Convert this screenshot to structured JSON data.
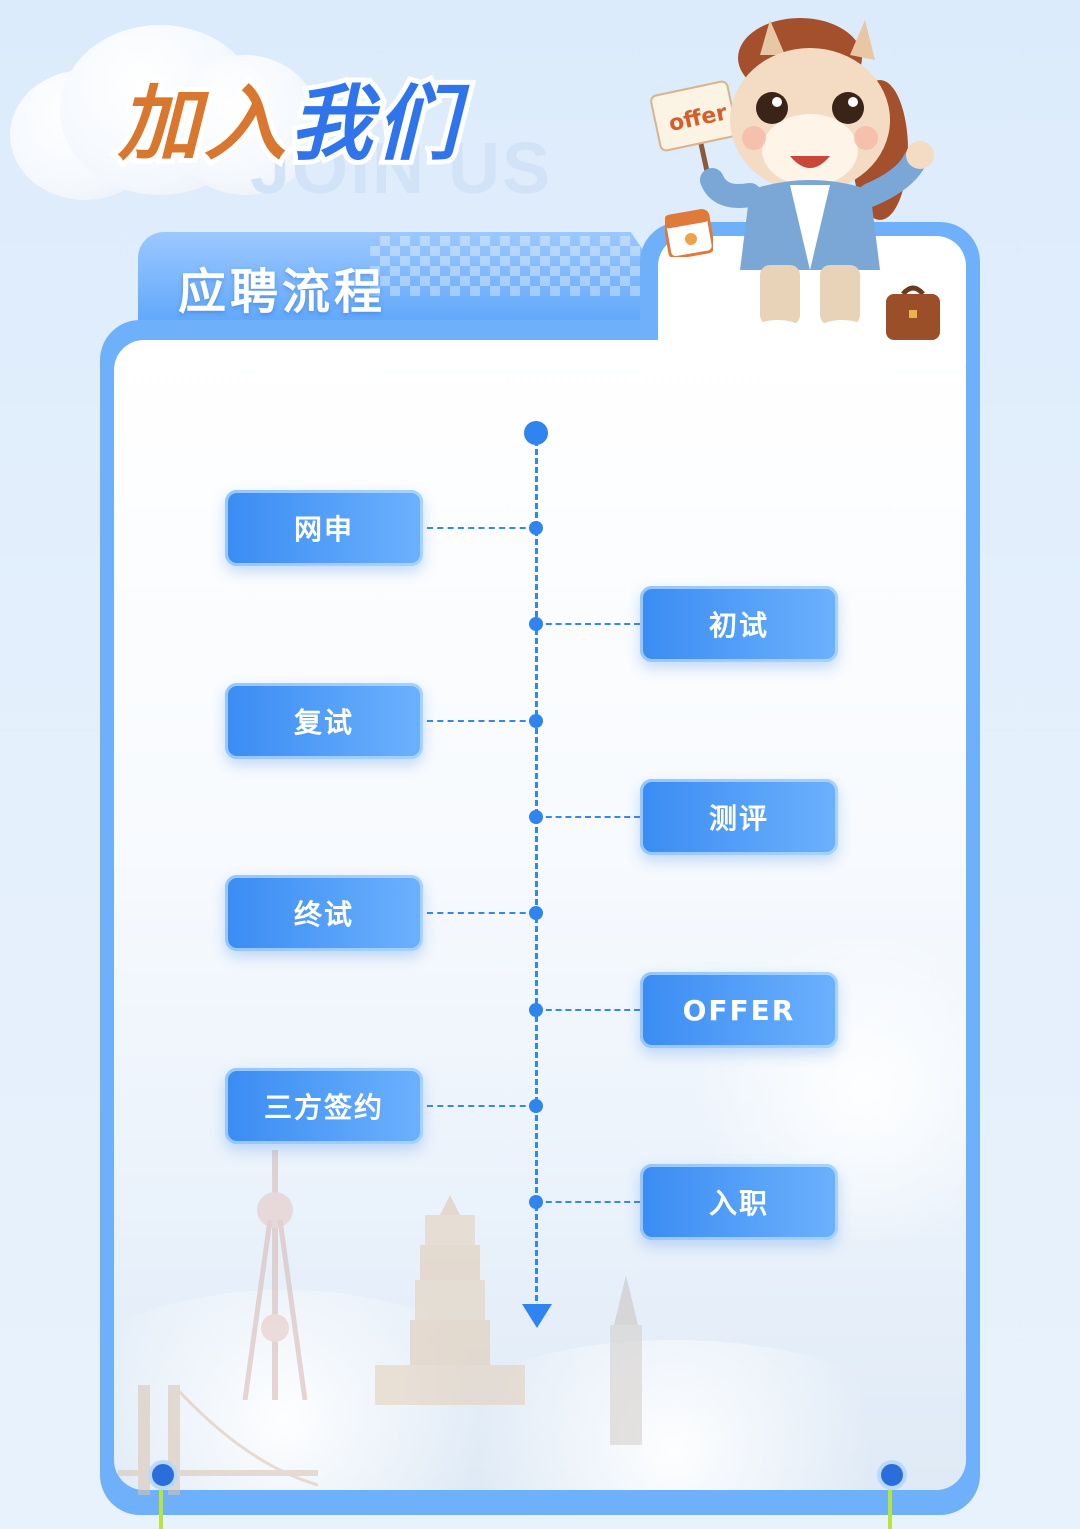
{
  "header": {
    "title_part1": "加入",
    "title_part2": "我们",
    "title_sub": "JOIN US"
  },
  "card": {
    "title": "应聘流程"
  },
  "mascot": {
    "sign_text": "offer"
  },
  "steps": [
    {
      "label": "网申",
      "side": "left"
    },
    {
      "label": "初试",
      "side": "right"
    },
    {
      "label": "复试",
      "side": "left"
    },
    {
      "label": "测评",
      "side": "right"
    },
    {
      "label": "终试",
      "side": "left"
    },
    {
      "label": "OFFER",
      "side": "right"
    },
    {
      "label": "三方签约",
      "side": "left"
    },
    {
      "label": "入职",
      "side": "right"
    }
  ],
  "colors": {
    "accent_blue": "#2f84f0",
    "title_orange": "#d9772f",
    "title_blue": "#2f74ea",
    "pin_green": "#b9e43a"
  },
  "icons": [
    "cloud-icon",
    "mascot-horse-icon",
    "calendar-icon",
    "briefcase-icon"
  ]
}
